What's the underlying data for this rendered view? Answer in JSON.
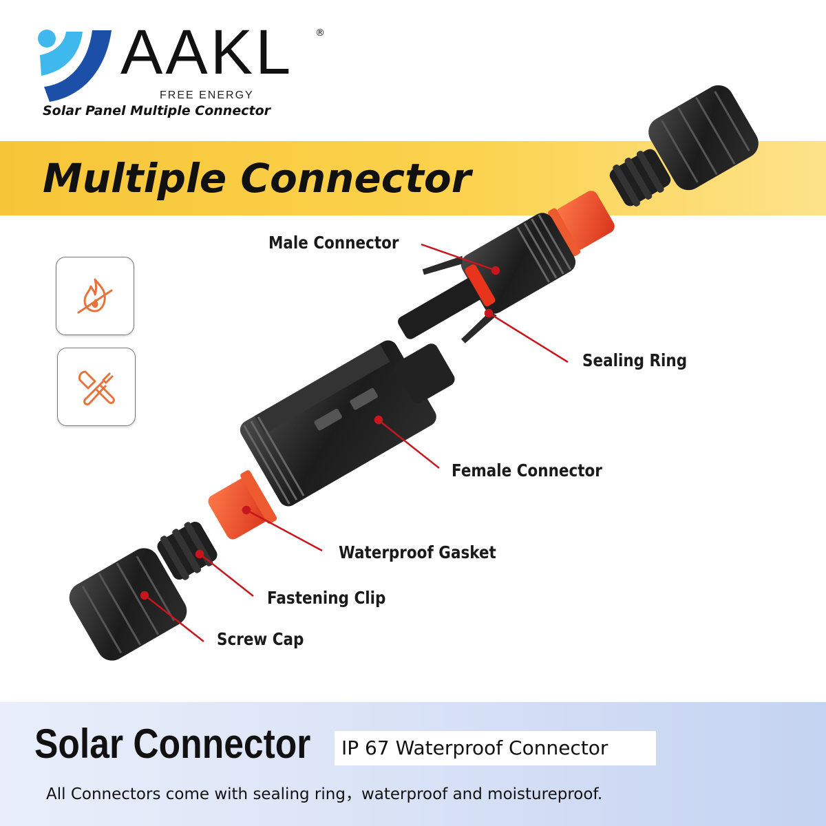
{
  "brand": {
    "name": "AAKL",
    "registered_mark": "®",
    "sub": "FREE ENERGY",
    "tagline": "Solar Panel Multiple Connector",
    "colors": {
      "blue_dark": "#1b4fa8",
      "blue_light": "#3fb8ee"
    }
  },
  "banner": {
    "title": "Multiple Connector",
    "color": "#f7c538"
  },
  "features": [
    {
      "icon": "flame-retardant-icon",
      "color": "#e5733a"
    },
    {
      "icon": "tools-wrench-screwdriver-icon",
      "color": "#e5733a"
    }
  ],
  "parts": [
    {
      "label": "Male Connector"
    },
    {
      "label": "Sealing Ring"
    },
    {
      "label": "Female Connector"
    },
    {
      "label": "Waterproof Gasket"
    },
    {
      "label": "Fastening Clip"
    },
    {
      "label": "Screw Cap"
    }
  ],
  "callout_color": "#c8161d",
  "footer": {
    "title": "Solar Connector",
    "badge": "IP 67 Waterproof Connector",
    "note": "All Connectors come with sealing ring，waterproof and moistureproof."
  }
}
